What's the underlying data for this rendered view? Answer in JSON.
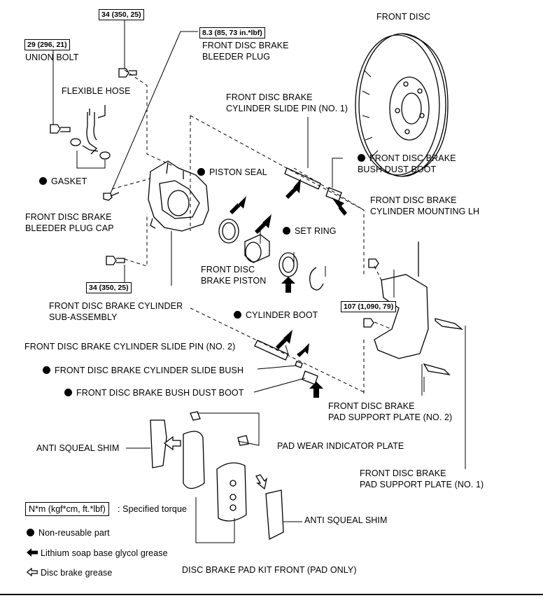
{
  "torque": {
    "union_bolt": "29 (296, 21)",
    "top_bolt": "34 (350, 25)",
    "bleeder": "8.3 (85, 73 in.*lbf)",
    "lower_bolt": "34 (350, 25)",
    "mounting_bolt": "107 (1,090, 79)"
  },
  "labels": {
    "front_disc": "FRONT DISC",
    "bleeder_plug": "FRONT DISC BRAKE\nBLEEDER PLUG",
    "union_bolt": "UNION BOLT",
    "flexible_hose": "FLEXIBLE HOSE",
    "slide_pin_1": "FRONT DISC BRAKE\nCYLINDER SLIDE PIN (NO. 1)",
    "bush_dust_boot_top": "FRONT DISC BRAKE\nBUSH DUST BOOT",
    "gasket": "GASKET",
    "piston_seal": "PISTON SEAL",
    "mounting_lh": "FRONT DISC BRAKE\nCYLINDER MOUNTING LH",
    "bleeder_cap": "FRONT DISC BRAKE\nBLEEDER PLUG CAP",
    "set_ring": "SET RING",
    "piston": "FRONT DISC\nBRAKE PISTON",
    "cylinder_sub": "FRONT DISC BRAKE CYLINDER\nSUB-ASSEMBLY",
    "cylinder_boot": "CYLINDER BOOT",
    "slide_pin_2": "FRONT DISC BRAKE CYLINDER SLIDE PIN (NO. 2)",
    "slide_bush": "FRONT DISC BRAKE CYLINDER SLIDE BUSH",
    "bush_dust_boot_bottom": "FRONT DISC BRAKE BUSH DUST BOOT",
    "support_plate_2": "FRONT DISC BRAKE\nPAD SUPPORT PLATE (NO. 2)",
    "anti_squeal_left": "ANTI SQUEAL SHIM",
    "pad_wear": "PAD WEAR INDICATOR PLATE",
    "support_plate_1": "FRONT DISC BRAKE\nPAD SUPPORT PLATE (NO. 1)",
    "anti_squeal_right": "ANTI SQUEAL SHIM",
    "pad_kit": "DISC BRAKE PAD KIT FRONT (PAD ONLY)"
  },
  "legend": {
    "torque_unit": "N*m (kgf*cm, ft.*lbf)",
    "torque_desc": ": Specified torque",
    "non_reusable": "Non-reusable part",
    "lithium": "Lithium soap base glycol grease",
    "disc_grease": "Disc brake grease"
  }
}
